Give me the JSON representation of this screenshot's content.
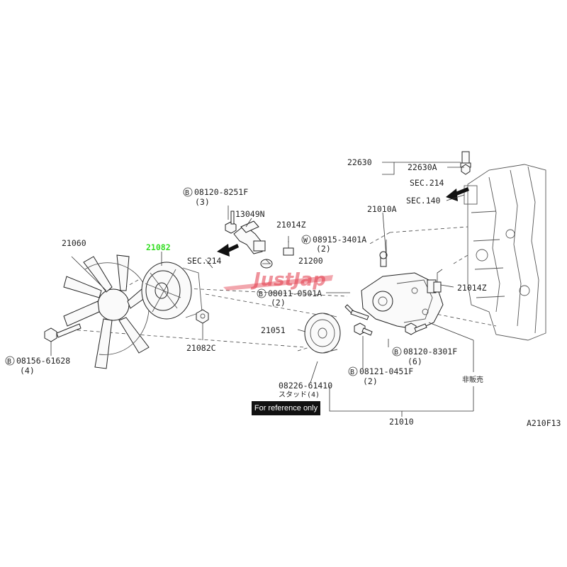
{
  "diagram": {
    "labels": {
      "l22630": "22630",
      "l22630a": "22630A",
      "sec214a": "SEC.214",
      "sec140": "SEC.140",
      "l08120_8251f": "08120-8251F",
      "q3": "(3)",
      "l13049n": "13049N",
      "l21014z_a": "21014Z",
      "l21010a": "21010A",
      "l08915": "08915-3401A",
      "q2a": "(2)",
      "l21060": "21060",
      "l21082": "21082",
      "sec214b": "SEC.214",
      "l21200": "21200",
      "l08011": "08011-0501A",
      "q2b": "(2)",
      "l21014z_b": "21014Z",
      "l21051": "21051",
      "l21082c": "21082C",
      "l08156": "08156-61628",
      "q4a": "(4)",
      "l08120_8301f": "08120-8301F",
      "q6": "(6)",
      "l08121": "08121-0451F",
      "q2c": "(2)",
      "l08226": "08226-61410",
      "stud": "スタッド(4)",
      "hihanbai": "非販売",
      "l21010": "21010",
      "code": "A210F13",
      "circle_b": "B",
      "circle_w": "W"
    },
    "highlight_color": "#33dd22",
    "watermark": "JustJap",
    "watermark_color": "#e23a4a"
  },
  "badge": {
    "text": "For reference only"
  }
}
